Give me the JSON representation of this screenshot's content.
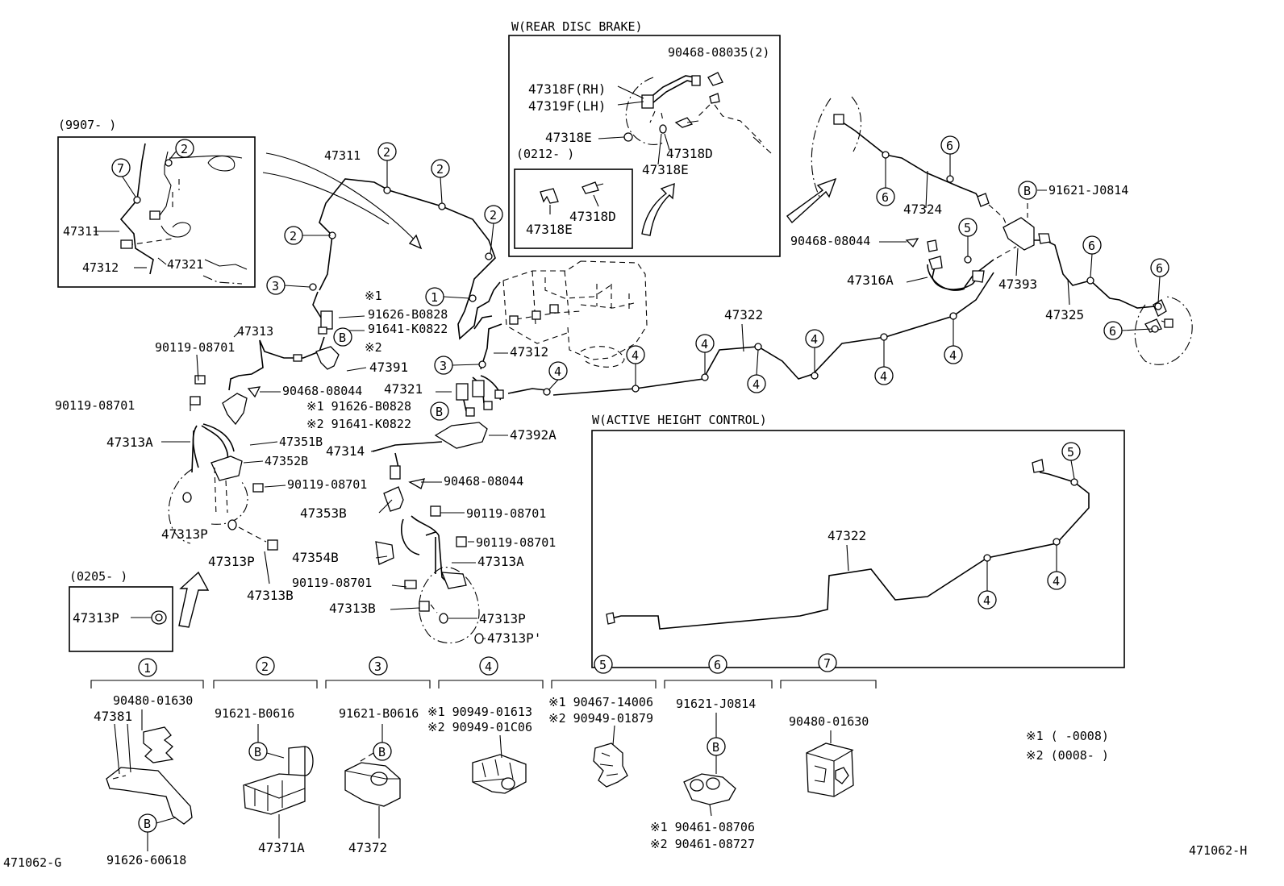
{
  "diagram": {
    "code_left": "471062-G",
    "code_right": "471062-H",
    "notes": {
      "n1": "※1 (      -0008)",
      "n2": "※2 (0008-     )"
    },
    "boxes": {
      "inset_9907": "(9907-        )",
      "rear_disc": "W(REAR DISC BRAKE)",
      "box_0212": "(0212-       )",
      "active_height": "W(ACTIVE HEIGHT CONTROL)",
      "box_0205": "(0205-        )"
    },
    "circle_numbers": [
      "1",
      "2",
      "3",
      "4",
      "5",
      "6",
      "7"
    ],
    "circle_letter": "B",
    "labels": {
      "p47311_inset": "47311",
      "p47312_inset": "47312",
      "p47321_inset": "47321",
      "p47311": "47311",
      "p47313": "47313",
      "p90119_a": "90119-08701",
      "p90119_b": "90119-08701",
      "p47313A": "47313A",
      "p47351B": "47351B",
      "p47352B": "47352B",
      "p90119_c": "90119-08701",
      "p47313P_a": "47313P",
      "p47313P_b": "47313P",
      "p47313B_a": "47313B",
      "p47313P_0205": "47313P",
      "mark1_a": "※1",
      "p91626_B0828_a": "91626-B0828",
      "p91641_K0822_a": "91641-K0822",
      "mark2_a": "※2",
      "p47391": "47391",
      "p90468_08044_a": "90468-08044",
      "p91626_B0828_b": "※1 91626-B0828",
      "p91641_K0822_b": "※2 91641-K0822",
      "p47314": "47314",
      "p47321": "47321",
      "p47312": "47312",
      "p47392A": "47392A",
      "p90468_08044_b": "90468-08044",
      "p47353B": "47353B",
      "p90119_d": "90119-08701",
      "p90119_e": "90119-08701",
      "p47354B": "47354B",
      "p47313A_b": "47313A",
      "p90119_f": "90119-08701",
      "p47313B_b": "47313B",
      "p47313P_c": "47313P",
      "p47313P_d": "47313P'",
      "p90468_08035": "90468-08035(2)",
      "p47318F": "47318F(RH)",
      "p47319F": "47319F(LH)",
      "p47318E_a": "47318E",
      "p47318D_a": "47318D",
      "p47318E_b": "47318E",
      "p47318D_b": "47318D",
      "p47318E_c": "47318E",
      "p47322": "47322",
      "p47324": "47324",
      "p91621_J0814": "91621-J0814",
      "p90468_08044_c": "90468-08044",
      "p47316A": "47316A",
      "p47393": "47393",
      "p47325": "47325",
      "p47322_ahc": "47322"
    },
    "clips": [
      {
        "num": "1",
        "parts": [
          "90480-01630",
          "47381",
          "91626-60618"
        ]
      },
      {
        "num": "2",
        "parts": [
          "91621-B0616",
          "47371A"
        ]
      },
      {
        "num": "3",
        "parts": [
          "91621-B0616",
          "47372"
        ]
      },
      {
        "num": "4",
        "parts": [
          "※1 90949-01613",
          "※2 90949-01C06"
        ]
      },
      {
        "num": "5",
        "parts": [
          "※1 90467-14006",
          "※2 90949-01879"
        ]
      },
      {
        "num": "6",
        "parts": [
          "91621-J0814",
          "※1 90461-08706",
          "※2 90461-08727"
        ]
      },
      {
        "num": "7",
        "parts": [
          "90480-01630"
        ]
      }
    ]
  }
}
